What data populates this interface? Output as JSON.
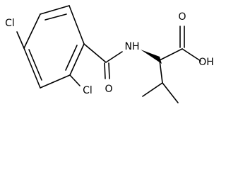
{
  "molecule": {
    "atom_labels": {
      "cl_top": "Cl",
      "cl_bottom": "Cl",
      "carbonyl_o": "O",
      "nh": "NH",
      "acid_o": "O",
      "acid_oh": "OH"
    }
  },
  "colors": {
    "ink": "#000000",
    "background": "#ffffff"
  }
}
